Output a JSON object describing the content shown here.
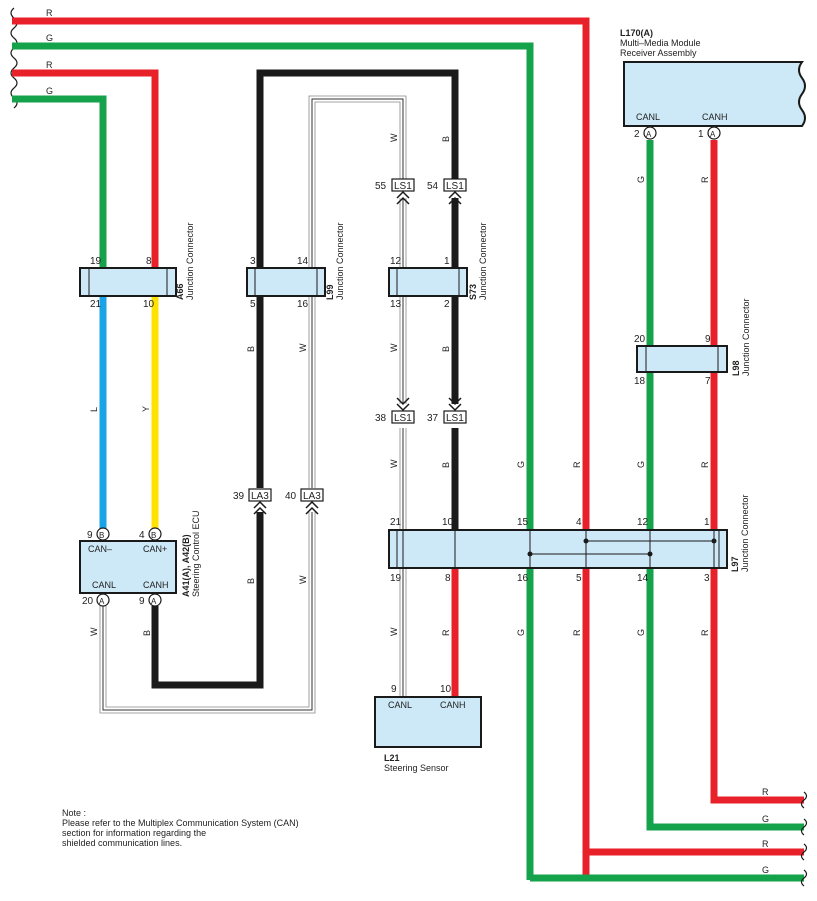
{
  "wire_colors": {
    "R": "#e8202a",
    "G": "#14a24a",
    "B": "#1a1a1a",
    "Y": "#ffe200",
    "L": "#1aa3e6",
    "W": "#ffffff",
    "component_fill": "#cde8f6"
  },
  "wire_codes": {
    "R": "R",
    "G": "G",
    "B": "B",
    "W": "W",
    "Y": "Y",
    "L": "L"
  },
  "components": {
    "l170": {
      "code": "L170(A)",
      "name_line1": "Multi–Media Module",
      "name_line2": "Receiver Assembly",
      "pin_canl_label": "CANL",
      "pin_canh_label": "CANH",
      "pin_canl_num": "2",
      "pin_canh_num": "1",
      "conn_letter": "A"
    },
    "a41": {
      "code": "A41(A), A42(B)",
      "name": "Steering Control ECU",
      "canm_label": "CAN–",
      "canp_label": "CAN+",
      "canl_label": "CANL",
      "canh_label": "CANH",
      "canm_num": "9",
      "canp_num": "4",
      "canl_num": "20",
      "canh_num": "9",
      "conn_a": "A",
      "conn_b": "B"
    },
    "l21": {
      "code": "L21",
      "name": "Steering Sensor",
      "canl_label": "CANL",
      "canh_label": "CANH",
      "canl_num": "9",
      "canh_num": "10"
    }
  },
  "junctions": {
    "a66": {
      "code": "A66",
      "name": "Junction Connector",
      "top": [
        "19",
        "8"
      ],
      "bottom": [
        "21",
        "10"
      ]
    },
    "l99": {
      "code": "L99",
      "name": "Junction Connector",
      "top": [
        "3",
        "14"
      ],
      "bottom": [
        "5",
        "16"
      ]
    },
    "s73": {
      "code": "S73",
      "name": "Junction Connector",
      "top": [
        "12",
        "1"
      ],
      "bottom": [
        "13",
        "2"
      ]
    },
    "l98": {
      "code": "L98",
      "name": "Junction Connector",
      "top": [
        "20",
        "9"
      ],
      "bottom": [
        "18",
        "7"
      ]
    },
    "l97": {
      "code": "L97",
      "name": "Junction Connector",
      "top": [
        "21",
        "10",
        "15",
        "4",
        "12",
        "1"
      ],
      "bottom": [
        "19",
        "8",
        "16",
        "5",
        "14",
        "3"
      ]
    }
  },
  "inline_connectors": {
    "ls1_55": {
      "num": "55",
      "name": "LS1"
    },
    "ls1_54": {
      "num": "54",
      "name": "LS1"
    },
    "ls1_38": {
      "num": "38",
      "name": "LS1"
    },
    "ls1_37": {
      "num": "37",
      "name": "LS1"
    },
    "la3_39": {
      "num": "39",
      "name": "LA3"
    },
    "la3_40": {
      "num": "40",
      "name": "LA3"
    }
  },
  "note": {
    "line1": "Note :",
    "line2": "Please refer to the Multiplex Communication System (CAN)",
    "line3": "section for information regarding the",
    "line4": "shielded communication lines."
  }
}
